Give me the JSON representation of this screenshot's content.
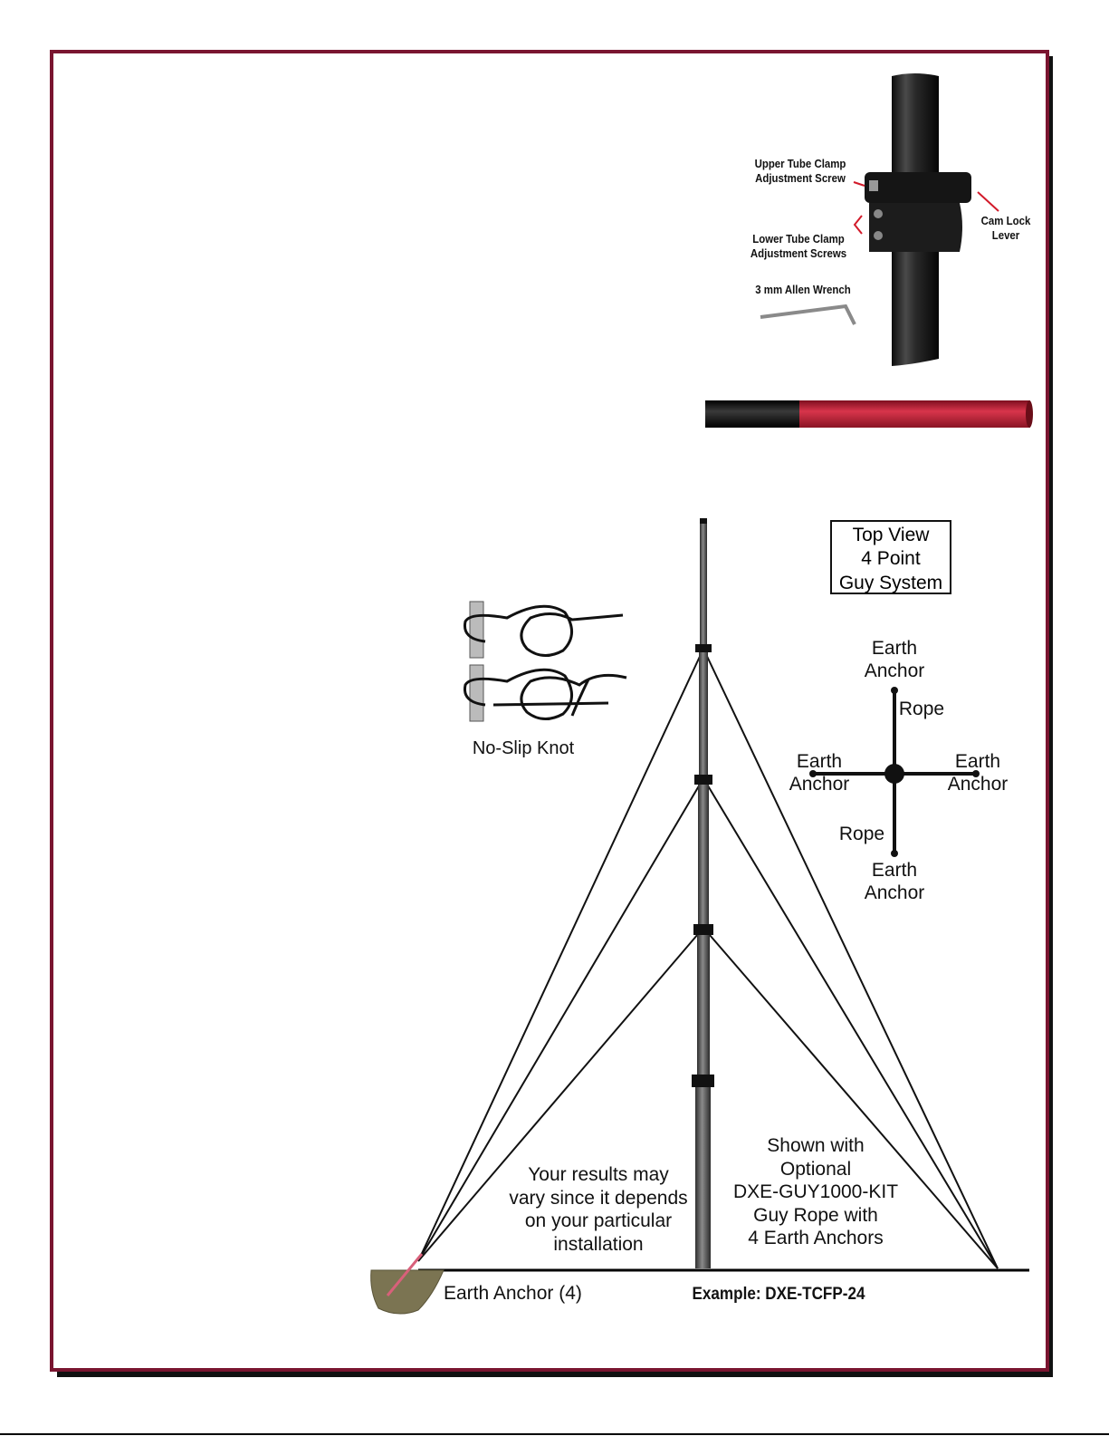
{
  "clamp_photo": {
    "upper_label": "Upper Tube Clamp\nAdjustment Screw",
    "lower_label": "Lower Tube Clamp\nAdjustment Screws",
    "cam_label": "Cam Lock\nLever",
    "wrench_label": "3 mm Allen Wrench"
  },
  "knot_label": "No-Slip Knot",
  "top_view": {
    "title": "Top View\n4 Point\nGuy System",
    "anchor_label": "Earth\nAnchor",
    "rope_label": "Rope"
  },
  "notes": {
    "results": "Your results may\nvary since it depends\non your particular\ninstallation",
    "shown_with": "Shown with\nOptional\nDXE-GUY1000-KIT\nGuy Rope with\n4 Earth Anchors"
  },
  "earth_anchor_label": "Earth Anchor (4)",
  "example_label": "Example: DXE-TCFP-24",
  "colors": {
    "frame": "#7a1530",
    "tube_red": "#c0243a",
    "tube_black": "#1a1a1a"
  }
}
